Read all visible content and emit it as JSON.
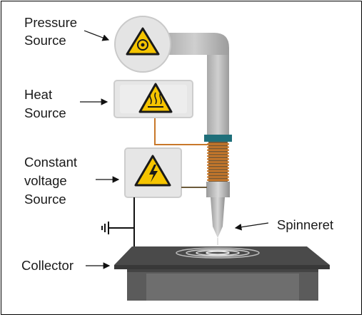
{
  "labels": {
    "pressure": [
      "Pressure",
      "Source"
    ],
    "heat": [
      "Heat",
      "Source"
    ],
    "voltage": [
      "Constant",
      "voltage",
      "Source"
    ],
    "spinneret": "Spinneret",
    "collector": "Collector"
  },
  "icons": {
    "pressure": "pressure-warning-icon",
    "heat": "hot-surface-warning-icon",
    "voltage": "high-voltage-warning-icon",
    "ground": "ground-symbol-icon"
  },
  "colors": {
    "warning_yellow": "#f5c400",
    "box_gray": "#e6e6e6",
    "tube_gray": "#bcbcbc",
    "coil_orange": "#c8782a",
    "collar_teal": "#1f6f7a",
    "platform_dark": "#5b5b5b",
    "platform_top": "#4a4a4a"
  }
}
